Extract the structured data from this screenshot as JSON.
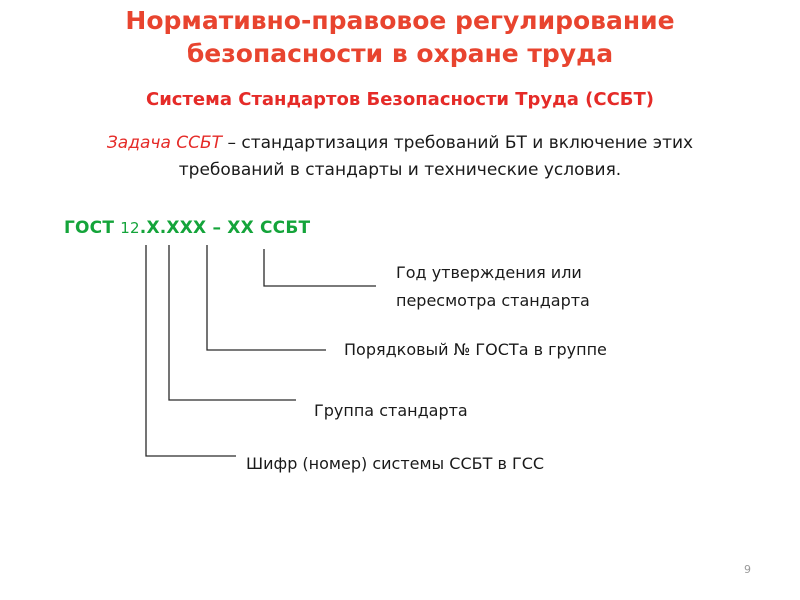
{
  "title": {
    "line1": "Нормативно-правовое регулирование",
    "line2": "безопасности в охране труда"
  },
  "subtitle": "Система Стандартов Безопасности Труда (ССБТ)",
  "task": {
    "term": "Задача ССБТ",
    "line1_rest": " – стандартизация требований БТ и включение этих",
    "line2": "требований в стандарты и технические условия."
  },
  "gost": {
    "prefix": "ГОСТ ",
    "num": "12",
    "rest": ".Х.ХХХ – ХХ ССБТ"
  },
  "labels": {
    "year_line1": "Год утверждения или",
    "year_line2": "пересмотра стандарта",
    "serial": "Порядковый № ГОСТа в группе",
    "group": "Группа стандарта",
    "cipher": "Шифр (номер) системы ССБТ в ГСС"
  },
  "colors": {
    "title": "#e8442f",
    "accent": "#e52b28",
    "gost": "#14a43a",
    "text": "#1a1a1a"
  },
  "page_number": "9"
}
